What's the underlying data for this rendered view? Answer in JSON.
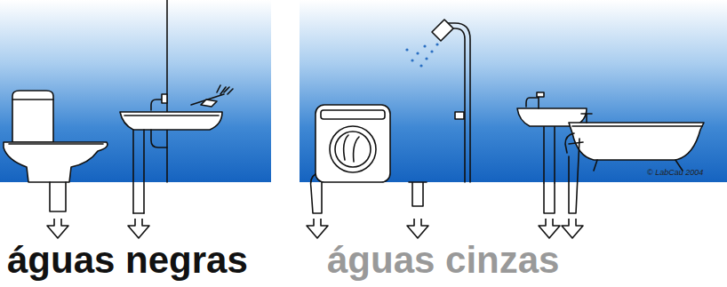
{
  "diagram": {
    "labels": [
      "águas negras",
      "águas cinzas",
      "© LabCau 2004"
    ]
  }
}
